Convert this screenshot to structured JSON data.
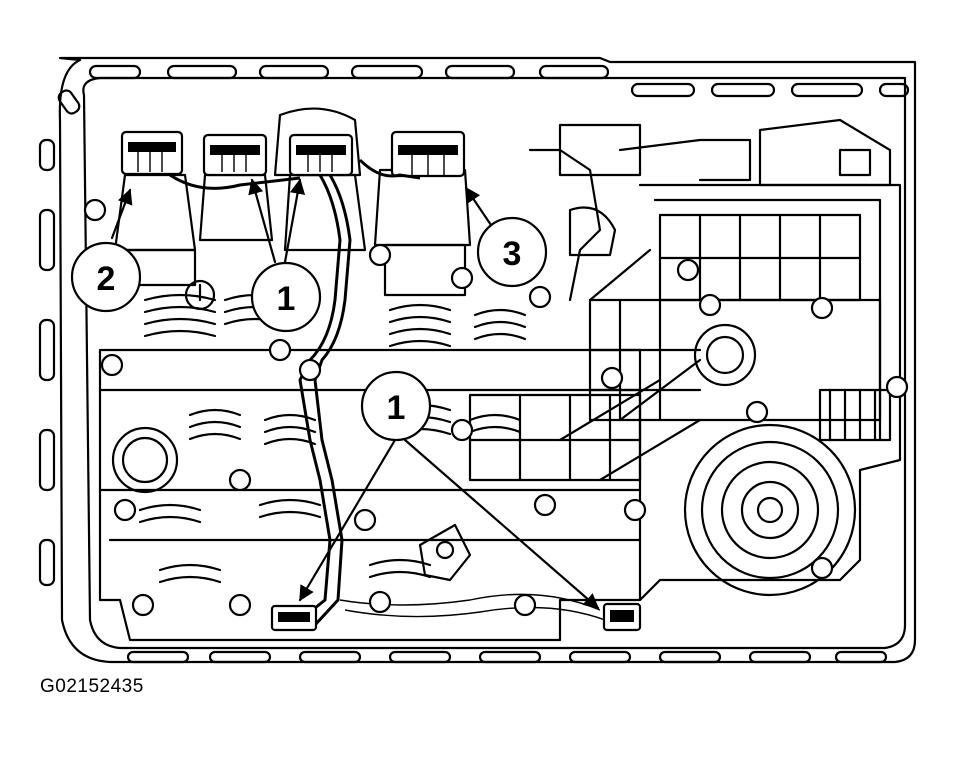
{
  "figure_id": "G02152435",
  "callouts": [
    {
      "id": "c2",
      "label": "2"
    },
    {
      "id": "c1a",
      "label": "1"
    },
    {
      "id": "c3",
      "label": "3"
    },
    {
      "id": "c1b",
      "label": "1"
    }
  ],
  "icons": {
    "drawing": "valve-body-solenoid-connector-illustration"
  },
  "colors": {
    "ink": "#000000",
    "paper": "#ffffff"
  }
}
